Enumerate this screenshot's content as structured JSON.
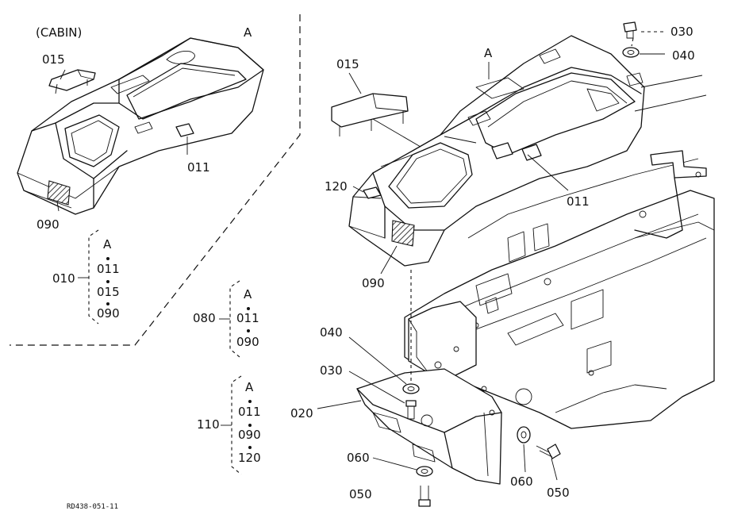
{
  "inset": {
    "title": "(CABIN)",
    "ref_letter": "A",
    "callouts": {
      "p015": "015",
      "p011": "011",
      "p090": "090"
    }
  },
  "main": {
    "ref_letter": "A",
    "callouts": {
      "p015": "015",
      "p011": "011",
      "p120": "120",
      "p090": "090",
      "p040a": "040",
      "p030a": "030",
      "p020": "020",
      "p060a": "060",
      "p050a": "050",
      "p060b": "060",
      "p050b": "050",
      "p030b": "030",
      "p040b": "040"
    }
  },
  "assemblies": [
    {
      "id": "010",
      "items": [
        "A",
        "011",
        "015",
        "090"
      ]
    },
    {
      "id": "080",
      "items": [
        "A",
        "011",
        "090"
      ]
    },
    {
      "id": "110",
      "items": [
        "A",
        "011",
        "090",
        "120"
      ]
    }
  ],
  "drawing_code": "RD438-051-11"
}
